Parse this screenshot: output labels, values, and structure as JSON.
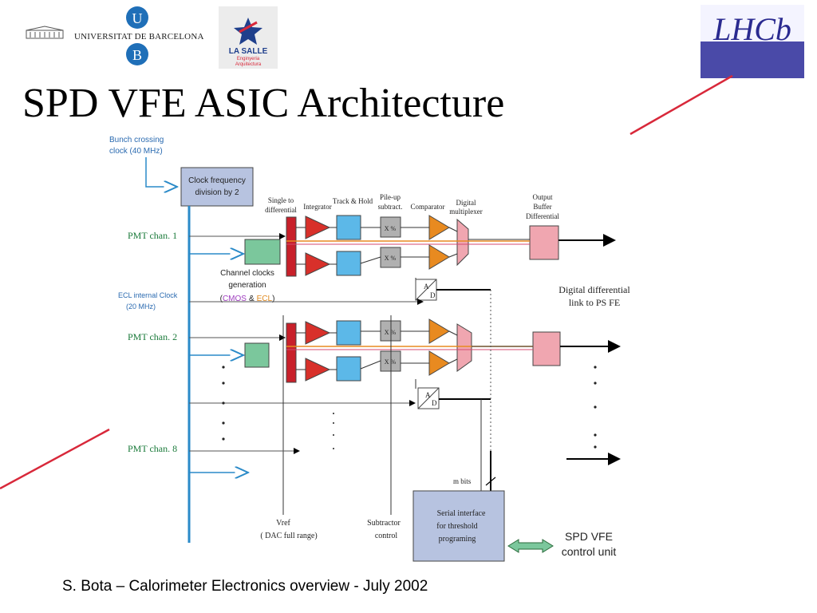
{
  "slide": {
    "title": "SPD VFE ASIC Architecture",
    "footer": "S. Bota – Calorimeter Electronics overview - July 2002"
  },
  "logos": {
    "university": {
      "name": "UNIVERSITAT DE BARCELONA",
      "letter_top": "U",
      "letter_bottom": "B"
    },
    "la_salle": {
      "name": "LA SALLE",
      "line1": "Enginyeria",
      "line2": "Arquitectura"
    },
    "lhcb": {
      "text": "LHCb"
    }
  },
  "diagram": {
    "clock_in": {
      "line1": "Bunch crossing",
      "line2": "clock (40 MHz)"
    },
    "clock_div": {
      "line1": "Clock frequency",
      "line2": "division by 2"
    },
    "stages": {
      "single_to_diff_1": "Single to",
      "single_to_diff_2": "differential",
      "integrator": "Integrator",
      "track_hold": "Track & Hold",
      "pileup_1": "Pile-up",
      "pileup_2": "subtract.",
      "comparator": "Comparator",
      "digital_mux_1": "Digital",
      "digital_mux_2": "multiplexer",
      "output_buffer_1": "Output",
      "output_buffer_2": "Buffer",
      "output_buffer_3": "Differential"
    },
    "pmt_chan_1": "PMT chan. 1",
    "pmt_chan_2": "PMT chan. 2",
    "pmt_chan_8": "PMT chan. 8",
    "channel_clocks": {
      "line1": "Channel clocks",
      "line2": "generation",
      "cmos": "CMOS",
      "amp": "&",
      "ecl": "ECL",
      "open": "(",
      "close": ")"
    },
    "ecl_clock": {
      "line1": "ECL internal Clock",
      "line2": "(20 MHz)"
    },
    "subtract_label": "X %",
    "ad_a": "A",
    "ad_d": "D",
    "link_label": {
      "line1": "Digital differential",
      "line2": "link to PS FE"
    },
    "m_bits": "m bits",
    "serial_interface": {
      "line1": "Serial interface",
      "line2": "for threshold",
      "line3": "programing"
    },
    "vref": {
      "line1": "Vref",
      "line2": "( DAC full range)"
    },
    "subtractor": {
      "line1": "Subtractor",
      "line2": "control"
    },
    "control_unit": {
      "line1": "SPD VFE",
      "line2": "control unit"
    }
  },
  "colors": {
    "bus_blue": "#2a8ac8",
    "clockdiv_fill": "#b7c3e0",
    "green_block": "#7bc79c",
    "red_block": "#c8202a",
    "triangle_red": "#d8302a",
    "sky_block": "#5cb8e8",
    "gray_block": "#b0b0b0",
    "orange": "#e88a20",
    "mux_pink": "#f0a6b0",
    "buffer_pink": "#f0a6b0",
    "serial_fill": "#b7c3e0",
    "accent_line": "#d8283a",
    "lhcb_bg": "#4a4aa8"
  }
}
